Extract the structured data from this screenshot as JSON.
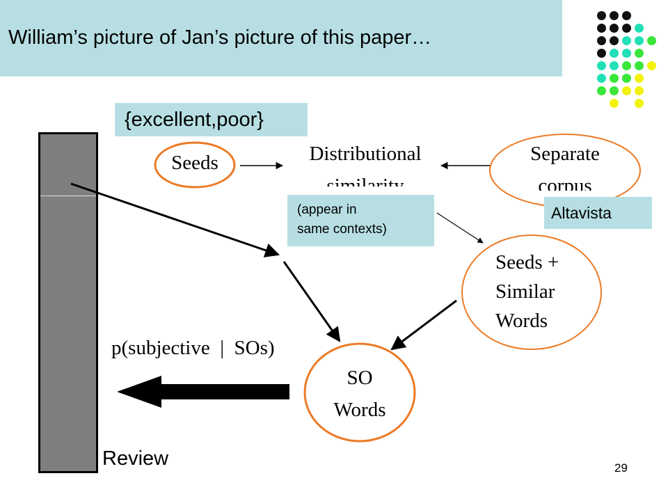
{
  "slide": {
    "title": "William’s picture of Jan’s picture of this paper…",
    "page_number": "29"
  },
  "labels": {
    "seed_examples": "{excellent,poor}",
    "context_note_line1": "(appear in",
    "context_note_line2": "same contexts)",
    "corpus_source": "Altavista",
    "probability": "p(subjective  |  SOs)",
    "review": "Review"
  },
  "nodes": {
    "seeds": "Seeds",
    "distributional_line1": "Distributional",
    "distributional_line2": "similarity",
    "separate_line1": "Separate",
    "separate_line2": "corpus",
    "seeds_similar_line1": "Seeds +",
    "seeds_similar_line2": "Similar",
    "seeds_similar_line3": "Words",
    "so_line1": "SO",
    "so_line2": "Words"
  },
  "colors": {
    "title_background": "#b7dfe3",
    "node_outline": "#ec7a25",
    "review_bar": "#7f7f7f"
  },
  "decoration": {
    "dot_colors": [
      "black",
      "teal",
      "green",
      "yellow"
    ]
  }
}
